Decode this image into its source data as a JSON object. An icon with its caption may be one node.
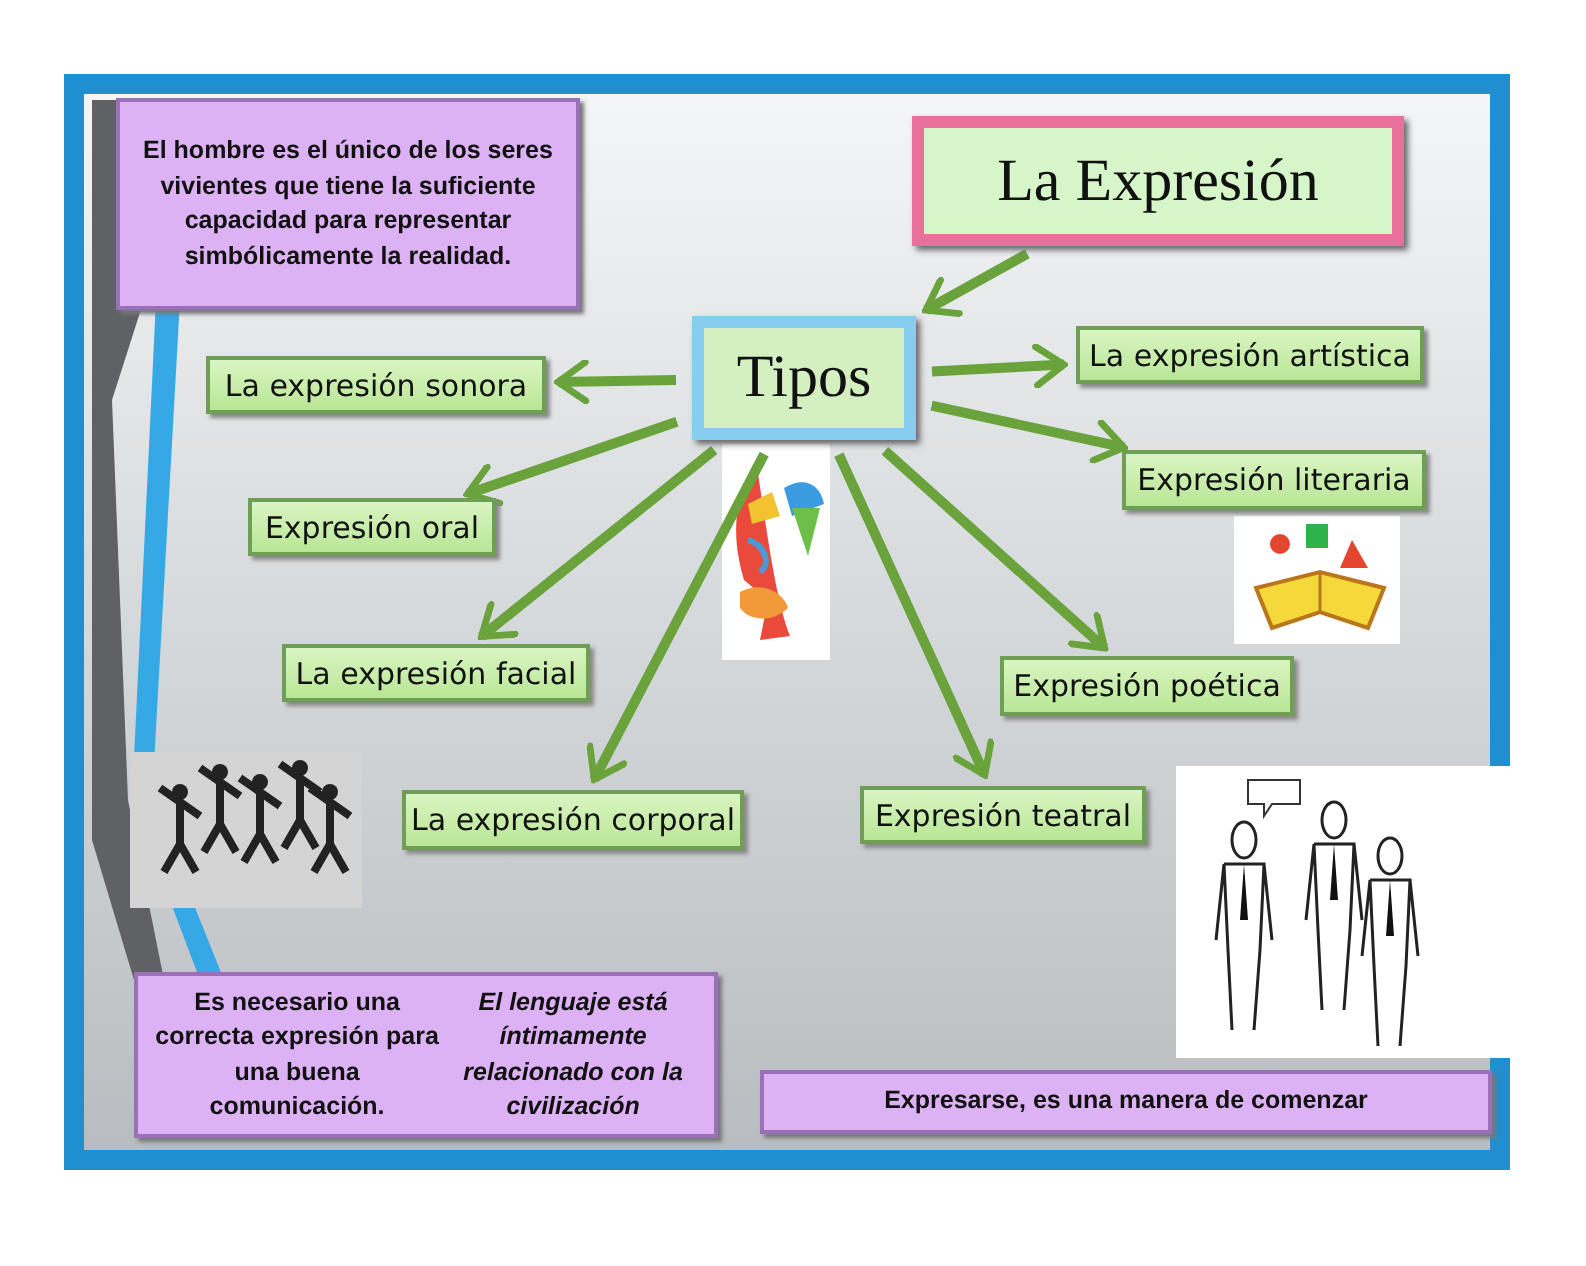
{
  "diagram": {
    "nodes": [
      {
        "text": [
          "La Expresión"
        ]
      },
      {
        "text": [
          "El hombre es el único de los seres vivientes que tiene la suficiente capacidad para representar simbólicamente la realidad."
        ]
      },
      {
        "text": [
          "Tipos"
        ]
      },
      {
        "text": [
          "La expresión sonora"
        ]
      },
      {
        "text": [
          "La expresión artística"
        ]
      },
      {
        "text": [
          "Expresión literaria"
        ]
      },
      {
        "text": [
          "Expresión oral"
        ]
      },
      {
        "text": [
          "La expresión facial"
        ]
      },
      {
        "text": [
          "Expresión poética"
        ]
      },
      {
        "text": [
          "La expresión corporal"
        ]
      },
      {
        "text": [
          "Expresión teatral"
        ]
      },
      {
        "text": [
          "Es necesario una correcta expresión para una buena comunicación. *El lenguaje está íntimamente relacionado con la civilización*"
        ]
      },
      {
        "text": [
          "Expresarse, es una manera de comenzar"
        ]
      }
    ],
    "edges": [
      {
        "from": 0,
        "to": 2,
        "arrow": "to"
      },
      {
        "from": 2,
        "to": 3,
        "arrow": "to"
      },
      {
        "from": 2,
        "to": 4,
        "arrow": "to"
      },
      {
        "from": 2,
        "to": 5,
        "arrow": "to"
      },
      {
        "from": 2,
        "to": 6,
        "arrow": "to"
      },
      {
        "from": 2,
        "to": 7,
        "arrow": "to"
      },
      {
        "from": 2,
        "to": 8,
        "arrow": "to"
      },
      {
        "from": 2,
        "to": 9,
        "arrow": "to"
      },
      {
        "from": 2,
        "to": 10,
        "arrow": "to"
      }
    ]
  }
}
